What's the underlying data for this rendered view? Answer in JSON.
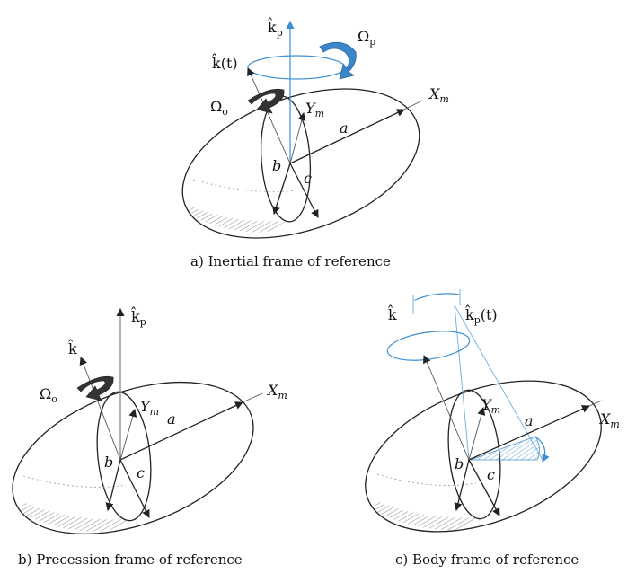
{
  "colors": {
    "ink": "#222222",
    "accent_blue": "#3d8fd0",
    "arrow_dark": "#333333",
    "arrow_blue": "#3a86c8"
  },
  "panel_a": {
    "caption": "a) Inertial frame of reference",
    "label_kp": "k̂",
    "label_kp_sub": "p",
    "label_omega_p": "Ω",
    "label_omega_p_sub": "p",
    "label_kt": "k̂(t)",
    "label_omega_o": "Ω",
    "label_omega_o_sub": "o",
    "label_ym": "Y",
    "label_ym_sub": "m",
    "label_xm": "X",
    "label_xm_sub": "m",
    "label_a": "a",
    "label_b": "b",
    "label_c": "c"
  },
  "panel_b": {
    "caption": "b) Precession frame of reference",
    "label_kp": "k̂",
    "label_kp_sub": "p",
    "label_k": "k̂",
    "label_omega_o": "Ω",
    "label_omega_o_sub": "o",
    "label_ym": "Y",
    "label_ym_sub": "m",
    "label_xm": "X",
    "label_xm_sub": "m",
    "label_a": "a",
    "label_b": "b",
    "label_c": "c"
  },
  "panel_c": {
    "caption": "c) Body frame of reference",
    "label_k": "k̂",
    "label_kpt": "k̂",
    "label_kpt_sub": "p",
    "label_kpt_tail": "(t)",
    "label_ym": "Y",
    "label_ym_sub": "m",
    "label_xm": "X",
    "label_xm_sub": "m",
    "label_a": "a",
    "label_b": "b",
    "label_c": "c"
  }
}
